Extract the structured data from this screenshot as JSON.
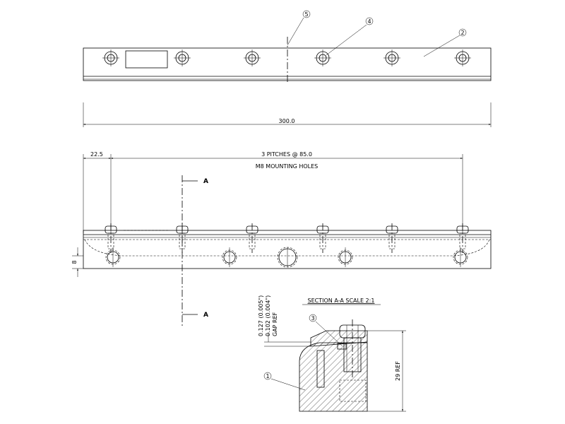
{
  "dimensions": {
    "overall_length": "300.0",
    "first_pitch": "22.5",
    "pitch_spacing": "3 PITCHES @ 85.0",
    "mounting_holes": "M8 MOUNTING HOLES",
    "hole_height": "8",
    "gap_ref_line1": "0.127 (0.005\")",
    "gap_ref_line2": "0.102 (0.004\")",
    "gap_ref_line3": "GAP REF",
    "section_height": "29 REF"
  },
  "section": {
    "title": "SECTION A-A SCALE 2:1",
    "label_top": "A",
    "label_bottom": "A"
  },
  "balloons": [
    "1",
    "2",
    "3",
    "4",
    "5"
  ]
}
